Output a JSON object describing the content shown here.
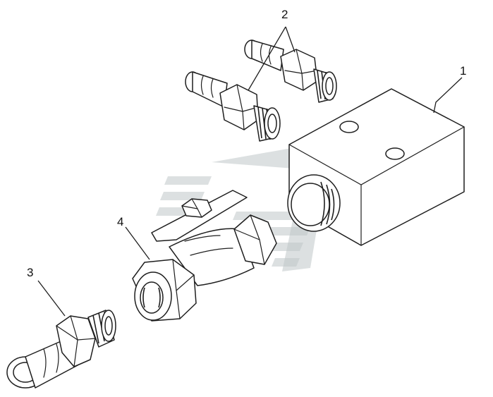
{
  "callouts": [
    {
      "id": "1",
      "text": "1"
    },
    {
      "id": "2",
      "text": "2"
    },
    {
      "id": "3",
      "text": "3"
    },
    {
      "id": "4",
      "text": "4"
    }
  ],
  "colors": {
    "line": "#1e1e1e",
    "background": "#ffffff",
    "watermark": "#bfc6c8"
  }
}
